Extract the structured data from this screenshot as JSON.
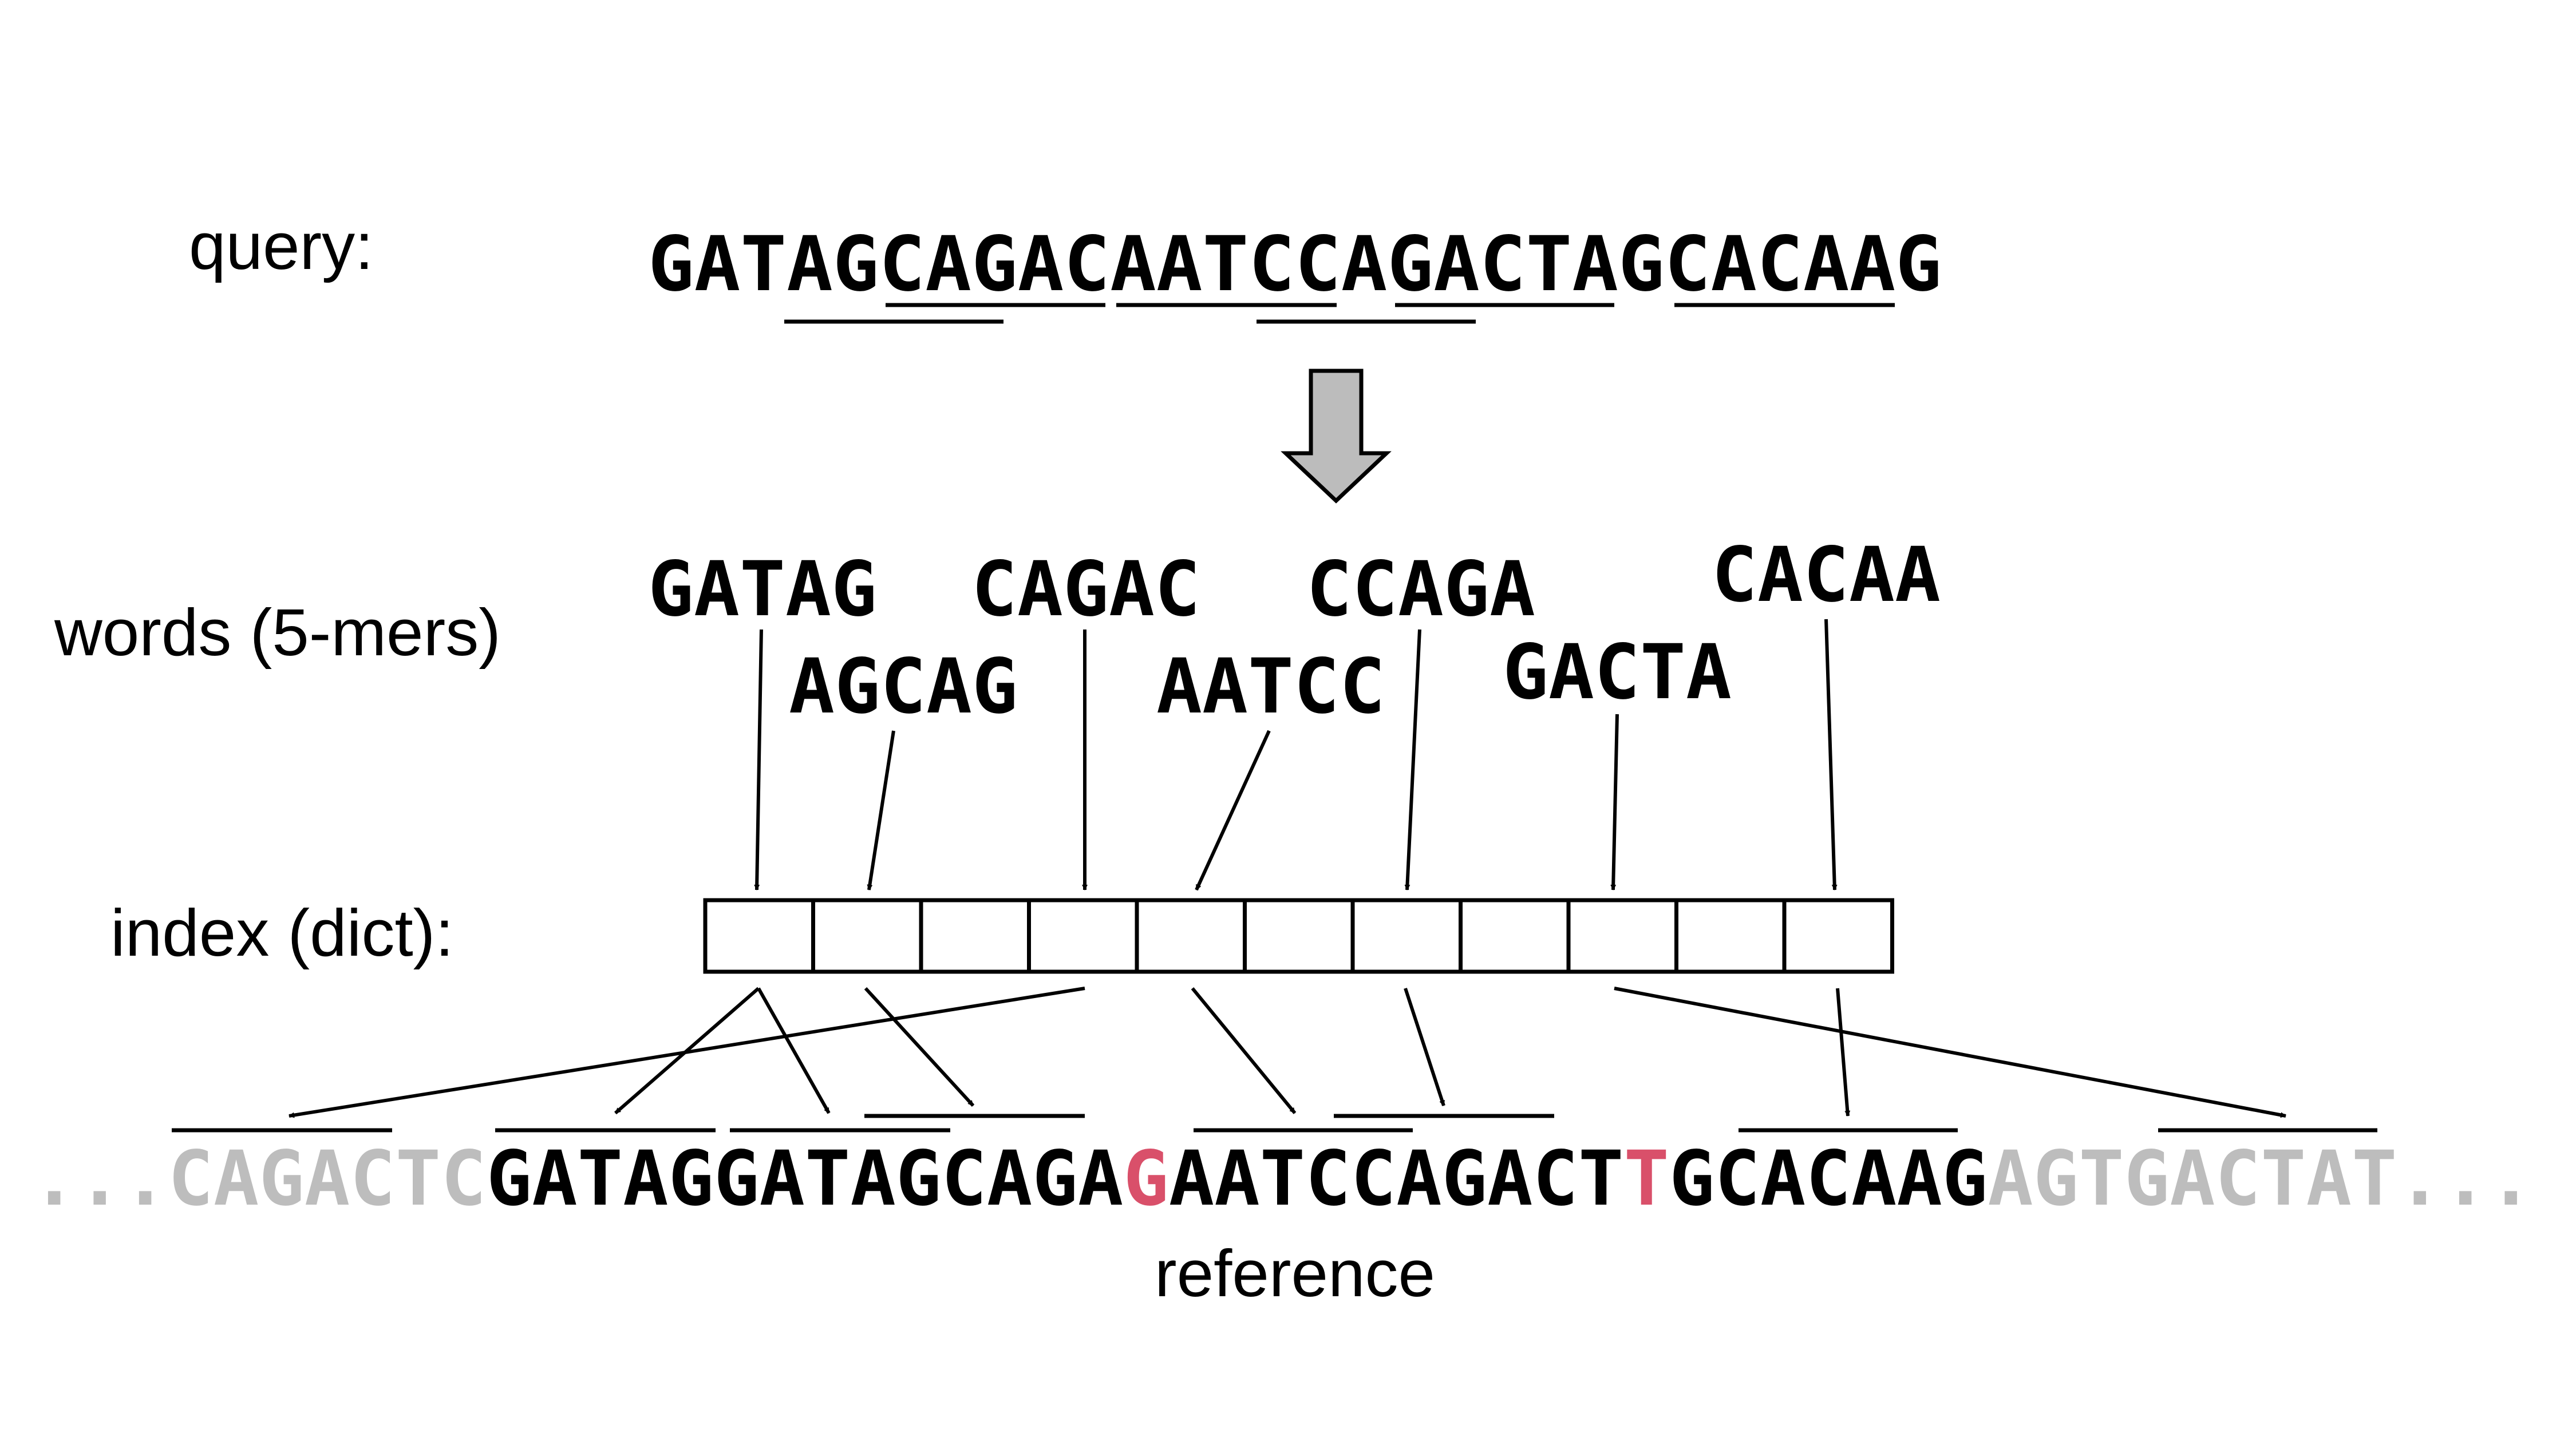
{
  "labels": {
    "query": "query:",
    "words": "words (5-mers)",
    "index": "index (dict):",
    "reference": "reference"
  },
  "query": {
    "sequence": "GATAGCAGACAATCCAGACTAGCACAAG"
  },
  "words": [
    "GATAG",
    "AGCAG",
    "CAGAC",
    "AATCC",
    "CCAGA",
    "GACTA",
    "CACAA"
  ],
  "index": {
    "slot_count": 11
  },
  "reference": {
    "left_ellipsis": "...",
    "left_gray": "CAGACTC",
    "core_1": "GATAGGATAGCAGA",
    "mismatch_1": "G",
    "core_2": "AATCCAGACT",
    "mismatch_2": "T",
    "core_3": "GCACAAG",
    "right_gray": "AGTGACTAT",
    "right_ellipsis": "..."
  },
  "colors": {
    "text": "#000000",
    "gray_flank": "#bdbdbd",
    "mismatch": "#d9506a",
    "arrow_fill": "#bcbcbc"
  }
}
